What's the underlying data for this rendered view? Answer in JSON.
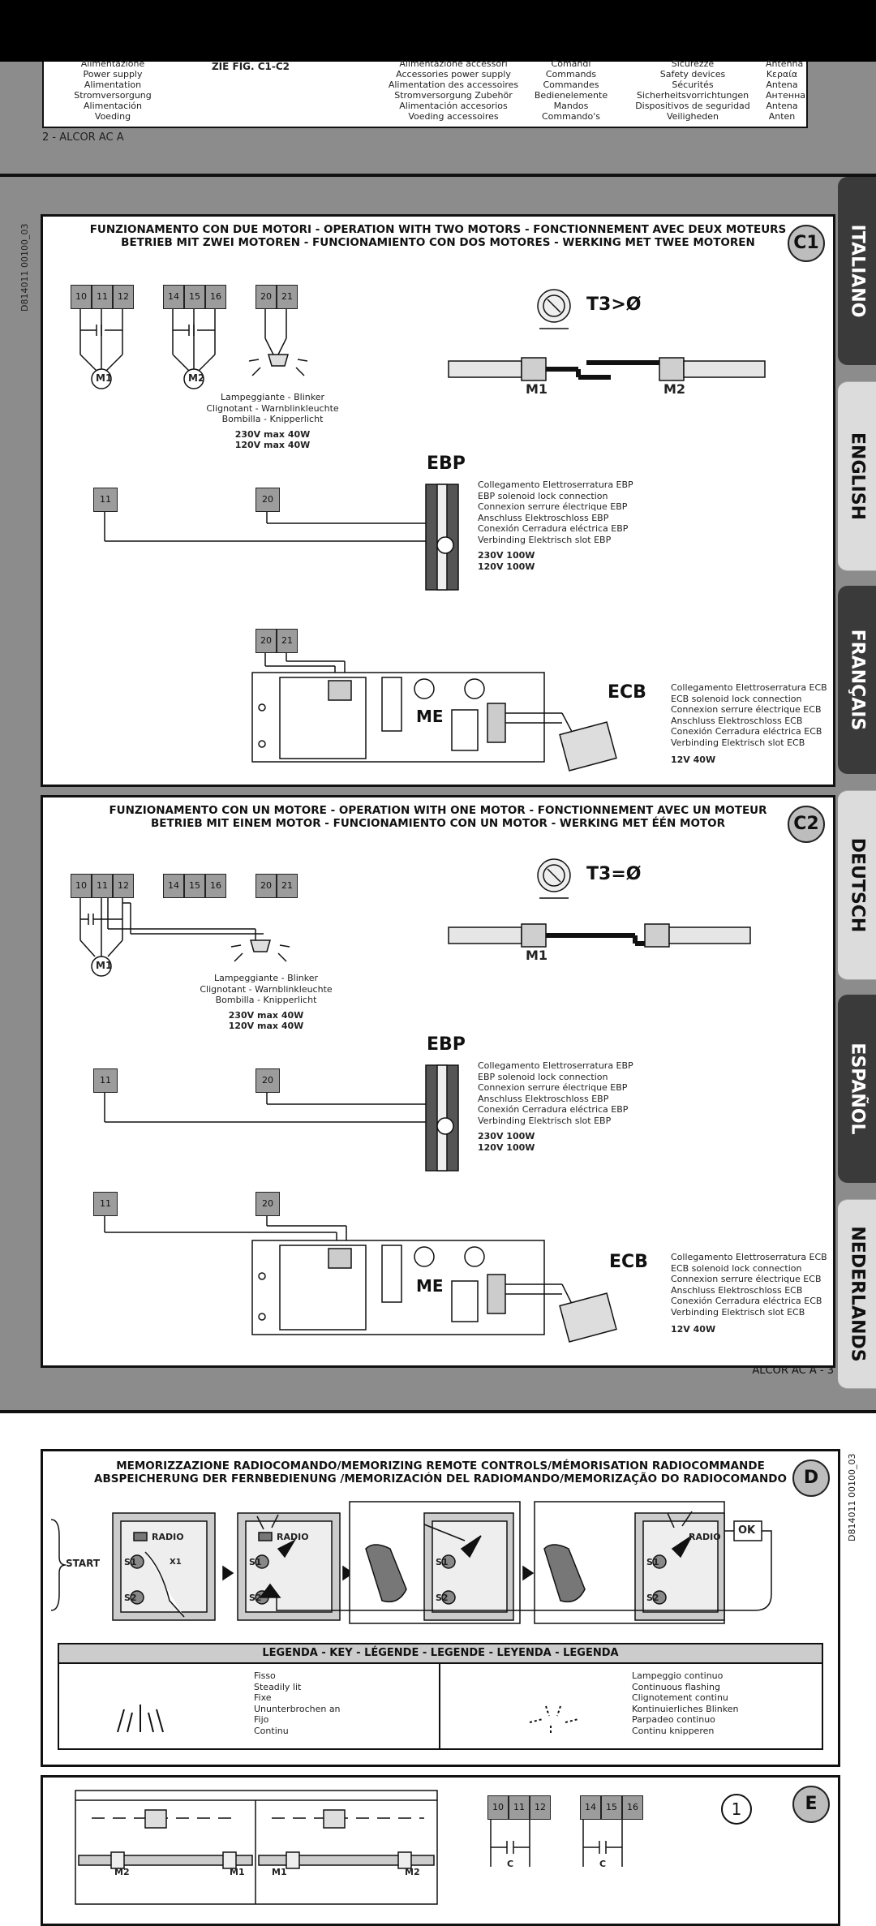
{
  "page2": {
    "col1": [
      "Alimentazione",
      "Power supply",
      "Alimentation",
      "Stromversorgung",
      "Alimentación",
      "Voeding"
    ],
    "col2": "ZIE FIG. C1-C2",
    "col3": [
      "Alimentazione accessori",
      "Accessories power supply",
      "Alimentation des accessoires",
      "Stromversorgung Zubehör",
      "Alimentación accesorios",
      "Voeding accessoires"
    ],
    "col4": [
      "Comandi",
      "Commands",
      "Commandes",
      "Bedienelemente",
      "Mandos",
      "Commando's"
    ],
    "col5": [
      "Sicurezze",
      "Safety devices",
      "Sécurités",
      "Sicherheitsvorrichtungen",
      "Dispositivos de seguridad",
      "Veiligheden"
    ],
    "col6": [
      "Antenna",
      "Κεραία",
      "Antena",
      "Антенна",
      "Antena",
      "Anten"
    ],
    "footer": "2 - ALCOR AC A"
  },
  "page3": {
    "doc_number": "D814011 00100_03",
    "footer": "ALCOR AC A - 3",
    "tabs": [
      "ITALIANO",
      "ENGLISH",
      "FRANÇAIS",
      "DEUTSCH",
      "ESPAÑOL",
      "NEDERLANDS"
    ],
    "c1": {
      "badge": "C1",
      "title_line1": "FUNZIONAMENTO CON DUE MOTORI - OPERATION WITH TWO MOTORS - FONCTIONNEMENT AVEC DEUX MOTEURS",
      "title_line2": "BETRIEB MIT ZWEI MOTOREN - FUNCIONAMIENTO CON DOS MOTORES - WERKING MET TWEE MOTOREN",
      "terminals": [
        "10",
        "11",
        "12",
        "14",
        "15",
        "16",
        "20",
        "21"
      ],
      "motor1": "M1",
      "motor2": "M2",
      "lamp_text": [
        "Lampeggiante - Blinker",
        "Clignotant - Warnblinkleuchte",
        "Bombilla - Knipperlicht"
      ],
      "lamp_power": [
        "230V max 40W",
        "120V max 40W"
      ],
      "trimmer": "T3>Ø",
      "ebp_label": "EBP",
      "ebp_text": [
        "Collegamento Elettroserratura EBP",
        "EBP solenoid lock connection",
        "Connexion serrure électrique EBP",
        "Anschluss Elektroschloss EBP",
        "Conexión Cerradura eléctrica EBP",
        "Verbinding Elektrisch slot EBP"
      ],
      "ebp_power": [
        "230V 100W",
        "120V 100W"
      ],
      "ebp_terms": [
        "11",
        "20"
      ],
      "ecb_terms": [
        "20",
        "21"
      ],
      "me_label": "ME",
      "ecb_label": "ECB",
      "ecb_text": [
        "Collegamento Elettroserratura ECB",
        "ECB solenoid lock connection",
        "Connexion serrure électrique ECB",
        "Anschluss Elektroschloss ECB",
        "Conexión Cerradura eléctrica ECB",
        "Verbinding Elektrisch slot ECB"
      ],
      "ecb_power": "12V 40W"
    },
    "c2": {
      "badge": "C2",
      "title_line1": "FUNZIONAMENTO CON UN MOTORE - OPERATION WITH ONE MOTOR - FONCTIONNEMENT AVEC UN MOTEUR",
      "title_line2": "BETRIEB MIT EINEM MOTOR - FUNCIONAMIENTO CON UN MOTOR - WERKING MET ÉÉN MOTOR",
      "terminals": [
        "10",
        "11",
        "12",
        "14",
        "15",
        "16",
        "20",
        "21"
      ],
      "motor1": "M1",
      "lamp_text": [
        "Lampeggiante - Blinker",
        "Clignotant - Warnblinkleuchte",
        "Bombilla - Knipperlicht"
      ],
      "lamp_power": [
        "230V max 40W",
        "120V max 40W"
      ],
      "trimmer": "T3=Ø",
      "ebp_label": "EBP",
      "ebp_text": [
        "Collegamento Elettroserratura EBP",
        "EBP solenoid lock connection",
        "Connexion serrure électrique EBP",
        "Anschluss Elektroschloss EBP",
        "Conexión Cerradura eléctrica EBP",
        "Verbinding Elektrisch slot EBP"
      ],
      "ebp_power": [
        "230V 100W",
        "120V 100W"
      ],
      "ebp_terms": [
        "11",
        "20"
      ],
      "ecb_terms": [
        "11",
        "20"
      ],
      "me_label": "ME",
      "ecb_label": "ECB",
      "ecb_text": [
        "Collegamento Elettroserratura ECB",
        "ECB solenoid lock connection",
        "Connexion serrure électrique ECB",
        "Anschluss Elektroschloss ECB",
        "Conexión Cerradura eléctrica ECB",
        "Verbinding Elektrisch slot ECB"
      ],
      "ecb_power": "12V 40W"
    }
  },
  "page4": {
    "doc_number": "D814011 00100_03",
    "d": {
      "badge": "D",
      "title_line1": "MEMORIZZAZIONE RADIOCOMANDO/MEMORIZING REMOTE CONTROLS/MÉMORISATION RADIOCOMMANDE",
      "title_line2": "ABSPEICHERUNG DER FERNBEDIENUNG /MEMORIZACIÓN DEL RADIOMANDO/MEMORIZAÇÃO DO RADIOCOMANDO",
      "start": "START",
      "radio": "RADIO",
      "s1": "S1",
      "s2": "S2",
      "x1": "X1",
      "ok": "OK",
      "legend_title": "LEGENDA - KEY - LÉGENDE - LEGENDE - LEYENDA - LEGENDA",
      "legend_left": [
        "Fisso",
        "Steadily lit",
        "Fixe",
        "Ununterbrochen an",
        "Fijo",
        "Continu"
      ],
      "legend_right": [
        "Lampeggio continuo",
        "Continuous flashing",
        "Clignotement continu",
        "Kontinuierliches Blinken",
        "Parpadeo continuo",
        "Continu knipperen"
      ]
    },
    "e": {
      "badge": "E",
      "step": "1",
      "terminals": [
        "10",
        "11",
        "12",
        "14",
        "15",
        "16"
      ],
      "m1": "M1",
      "m2": "M2",
      "cap": "C"
    }
  }
}
